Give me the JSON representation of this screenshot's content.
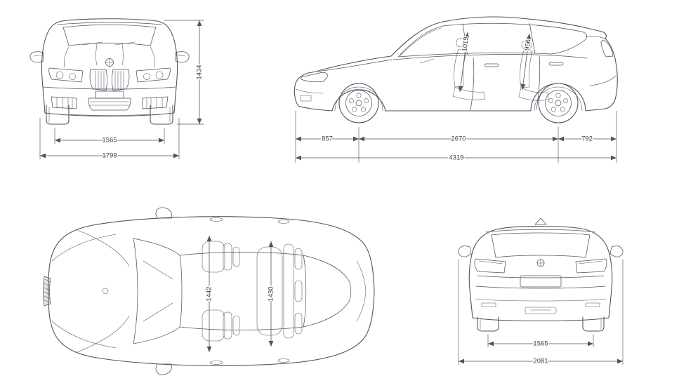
{
  "canvas": {
    "background": "#ffffff",
    "line_color": "#4a5560",
    "text_color": "#39404c"
  },
  "views": {
    "front": {
      "dims": {
        "height": "1434",
        "track_width": "1565",
        "body_width": "1799"
      }
    },
    "side": {
      "dims": {
        "headroom_front": "1019",
        "headroom_rear": "956",
        "front_overhang": "857",
        "wheelbase": "2670",
        "rear_overhang": "792",
        "overall_length": "4319"
      }
    },
    "top": {
      "dims": {
        "interior_width_front": "1442",
        "interior_width_rear": "1430"
      }
    },
    "rear": {
      "dims": {
        "track_width": "1565",
        "width_incl_mirrors": "2081"
      }
    }
  }
}
